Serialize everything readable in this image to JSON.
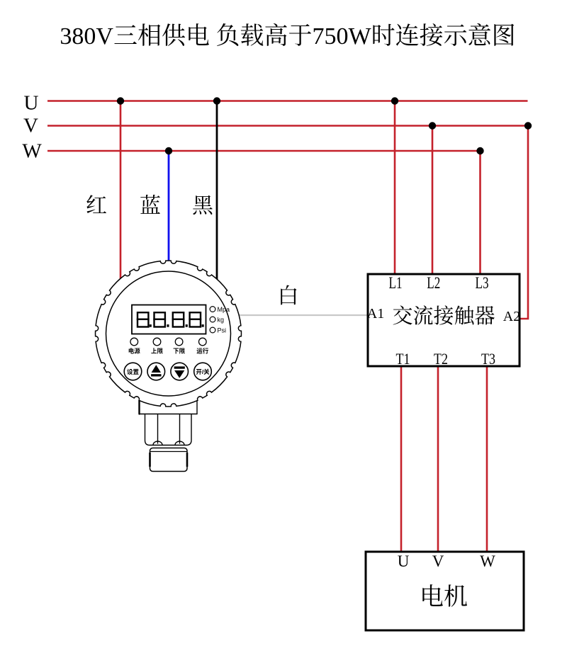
{
  "title": "380V三相供电 负载高于750W时连接示意图",
  "colors": {
    "wire_red": "#c4212b",
    "wire_blue": "#1010ee",
    "wire_black": "#000000",
    "wire_white": "#c9c9c9",
    "outline": "#000000"
  },
  "power_lines": {
    "labels": [
      "U",
      "V",
      "W"
    ]
  },
  "wire_labels": {
    "red": "红",
    "blue": "蓝",
    "black": "黑",
    "white": "白"
  },
  "contactor": {
    "name": "交流接触器",
    "top_terminals": [
      "L1",
      "L2",
      "L3"
    ],
    "bottom_terminals": [
      "T1",
      "T2",
      "T3"
    ],
    "left_terminal": "A1",
    "right_terminal": "A2"
  },
  "motor": {
    "name": "电机",
    "terminals": [
      "U",
      "V",
      "W"
    ]
  },
  "pressure_switch": {
    "display_value": "8.8.8.8.",
    "unit_indicators": [
      "Mpa",
      "kg",
      "Psi"
    ],
    "status_leds": [
      "电源",
      "上限",
      "下限",
      "运行"
    ],
    "buttons": [
      {
        "label": "设置"
      },
      {
        "icon": "up-arrow"
      },
      {
        "icon": "down-arrow"
      },
      {
        "label": "开/关"
      }
    ]
  }
}
